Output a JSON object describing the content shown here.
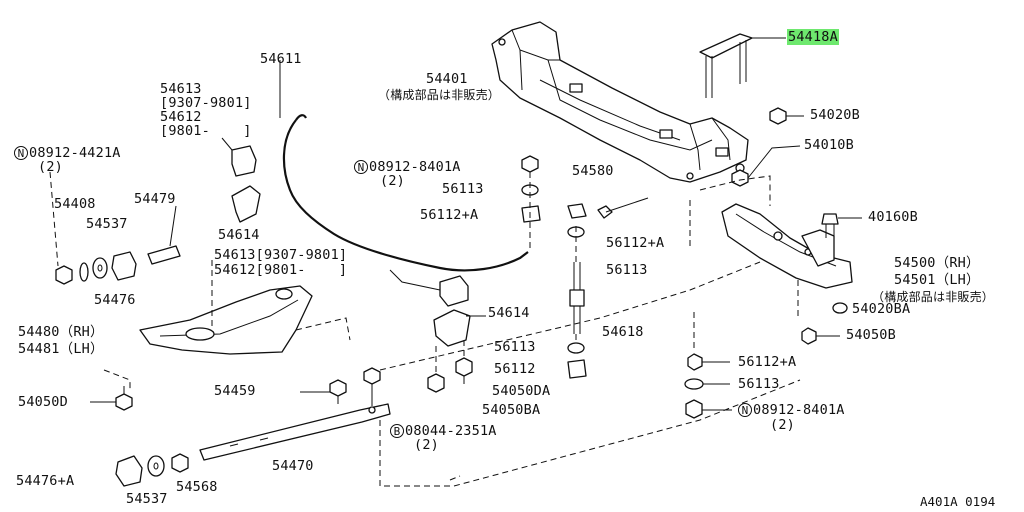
{
  "diagram_code": "A401A 0194",
  "highlight_color": "#6ee86e",
  "labels": {
    "p54418a": "54418A",
    "p54401": "54401",
    "p54401_note": "（構成部品は非販売）",
    "p54020b": "54020B",
    "p54010b": "54010B",
    "p40160b": "40160B",
    "p54500": "54500（RH）",
    "p54501": "54501（LH）",
    "p54501_note": "（構成部品は非販売）",
    "p54020ba": "54020BA",
    "p54050b": "54050B",
    "p56112a_r": "56112+A",
    "p56113_r": "56113",
    "n08912_8401a_r": "08912-8401A",
    "n08912_8401a_r_qty": "(2)",
    "p54611": "54611",
    "p54613_top": "54613",
    "p54613_top_range": "[9307-9801]",
    "p54612_top": "54612",
    "p54612_top_range": "[9801-    ]",
    "n08912_4421a": "08912-4421A",
    "n08912_4421a_qty": "(2)",
    "p54408": "54408",
    "p54537_top": "54537",
    "p54479": "54479",
    "p54476_top": "54476",
    "p54614_left": "54614",
    "p54613_mid": "54613",
    "p54613_mid_range": "[9307-9801]",
    "p54612_mid": "54612",
    "p54612_mid_range": "[9801-    ]",
    "n08912_8401a_c": "08912-8401A",
    "n08912_8401a_c_qty": "(2)",
    "p56113_c1": "56113",
    "p56112a_c": "56112+A",
    "p54580": "54580",
    "p56112a_cr": "56112+A",
    "p56113_cr": "56113",
    "p54618": "54618",
    "p54614_mid": "54614",
    "p54480": "54480（RH）",
    "p54481": "54481（LH）",
    "p56113_c2": "56113",
    "p56112_c": "56112",
    "p54050da": "54050DA",
    "p54050ba_c": "54050BA",
    "p54050d": "54050D",
    "p54459": "54459",
    "b08044_2351a": "08044-2351A",
    "b08044_2351a_qty": "(2)",
    "p54470": "54470",
    "p54476a": "54476+A",
    "p54537_bot": "54537",
    "p54568": "54568",
    "circle_n": "N",
    "circle_b": "B"
  }
}
